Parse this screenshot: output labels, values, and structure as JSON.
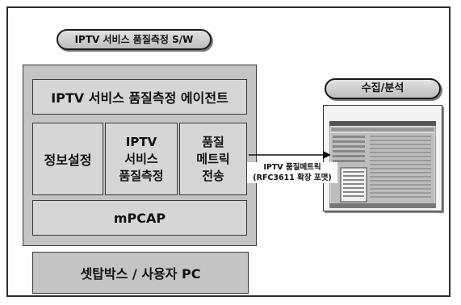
{
  "colors": {
    "outer_box": "#c4c4c4",
    "inner_box": "#d6d6d6",
    "border": "#3a3a3a",
    "pill_fill": "#cfcfcf"
  },
  "title_pill": "IPTV 서비스 품질측정 S/W",
  "agent_title": "IPTV 서비스 품질측정 에이전트",
  "modules": [
    {
      "lines": [
        "정보설정"
      ]
    },
    {
      "lines": [
        "IPTV",
        "서비스",
        "품질측정"
      ]
    },
    {
      "lines": [
        "품질",
        "메트릭",
        "전송"
      ]
    }
  ],
  "mpcap": "mPCAP",
  "settop": "셋탑박스 / 사용자 PC",
  "collector_pill": "수집/분석",
  "arrow_label": [
    "IPTV 품질메트릭",
    "(RFC3611 확장 포맷)"
  ]
}
